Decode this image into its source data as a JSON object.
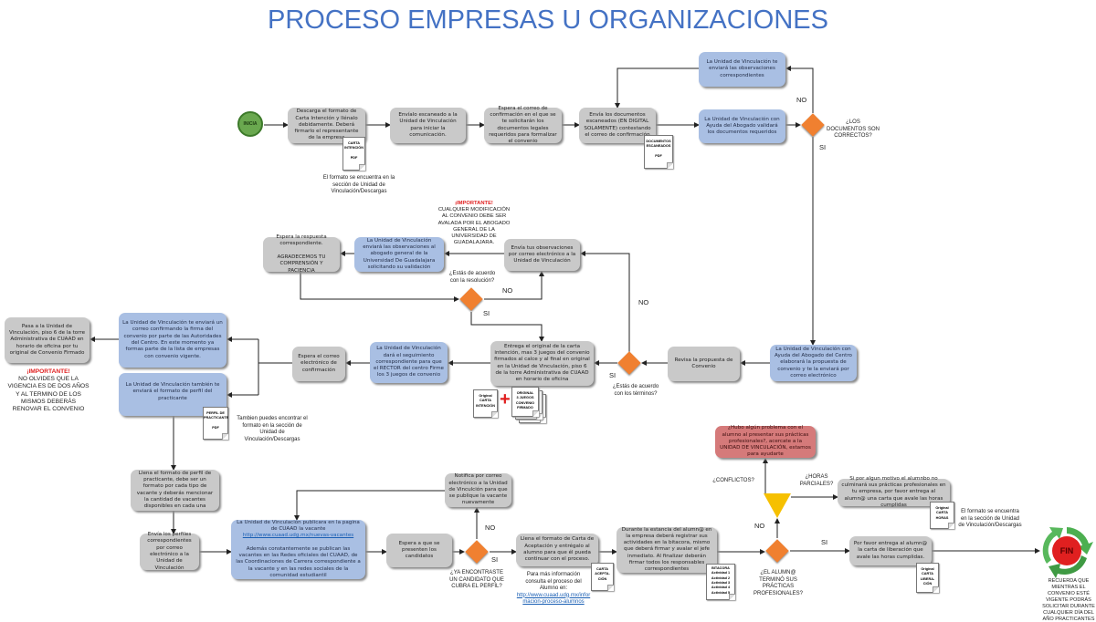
{
  "title": "PROCESO EMPRESAS U ORGANIZACIONES",
  "start_label": "INICIA",
  "end_label": "FIN",
  "colors": {
    "title": "#4472C4",
    "gray_box": "#c9c9c9",
    "blue_box": "#a9bfe3",
    "decision": "#f08030",
    "start": "#6aa84f",
    "end": "#e02020",
    "warning": "#e02020"
  },
  "row1": {
    "descarga": "Descarga el formato de Carta Intención y llénalo debidamente. Deberá firmarlo el representante de la empresa",
    "envialo": "Envíalo escaneado a la Unidad de Vinculación para iniciar la comunicación.",
    "espera": "Espera el correo de confirmación en el que se te solicitarán los documentos legales requeridos para formalizar el convenio",
    "envia_docs": "Envía los documentos escaneados (EN DIGITAL SOLAMENTE) contestando el correo de confirmación",
    "observaciones": "La Unidad de Vinculación te enviará las observaciones correspondientes",
    "valida": "La Unidad de Vinculación con Ayuda del Abogado validará los documentos requeridos",
    "question": "¿LOS DOCUMENTOS SON CORRECTOS?",
    "no": "NO",
    "si": "SI",
    "doc_carta": [
      "CARTA",
      "INTENCIÓN",
      "PDF"
    ],
    "doc_escaneados": [
      "DOCUMENTOS",
      "ESCANEADOS",
      "PDF"
    ],
    "note": "El formato se encuentra en la sección de  Unidad de Vinculación/Descargas"
  },
  "row2": {
    "espera_respuesta": "Espera la respuesta correspondiente.",
    "agradecemos": "AGRADECEMOS TU COMPRENSIÓN Y PACIENCIA",
    "envia_abogado": "La Unidad de Vinculación enviará las observaciones al abogado general de la Universidad De Guadalajara solicitando su validación",
    "important_title": "¡IMPORTANTE!",
    "important_text": "CUALQUIER MODIFICACIÓN AL CONVENIO DEBE SER AVALADA POR EL ABOGADO GENERAL DE LA UNIVERSIDAD DE GUADALAJARA.",
    "envia_obs": "Envía tus observaciones por correo electrónico a la Unidad de Vinculación",
    "question": "¿Estás de acuerdo con la resolución?",
    "no": "NO",
    "si": "SI",
    "no_right": "NO"
  },
  "row3": {
    "pasa": "Pasa a la Unidad de Vinculación, piso 6 de la torre Administrativa de CUAAD en horario de oficina por tu original de Convenio Firmado",
    "important_title": "¡IMPORTANTE!",
    "important_text": "NO OLVIDES QUE LA VIGENCIA ES DE DOS AÑOS Y AL TERMINO DE LOS MISMOS DEBERÁS RENOVAR EL CONVENIO",
    "confirma": "La Unidad de Vinculación te enviará un correo confirmando la firma del convenio por parte de las Autoridades del Centro. En este momento ya formas parte de la lista de empresas con convenio vigente.",
    "perfil": "La Unidad de Vinculación también te enviará el formato de perfil del practicante",
    "doc_perfil": [
      "PERFIL DE",
      "PRACTICANTE",
      "PDF"
    ],
    "perfil_note": "Tambien puedes encontrar el formato en la sección de Unidad de Vinculación/Descargas",
    "espera_correo": "Espera el correo electrónico de confirmación",
    "seguimiento": "La Unidad de Vinculación dará el seguimiento correspondiente para que el RECTOR  del centro Firme los 3 juegos de convenio",
    "entrega": "Entrega el original de la carta intención, mas  3 juegos del convenio firmados al calce y al final en original en la Unidad de Vinculación, piso 6 de la torre Administrativa de CUAAD en horario de oficina",
    "doc_original": [
      "Original",
      "CARTA",
      "INTENCIÓN"
    ],
    "doc_juegos": [
      "ORIGINAL",
      "3 JUEGOS",
      "CONVENIO",
      "FIRMADO"
    ],
    "plus": "+",
    "si": "SI",
    "question": "¿Estás de acuerdo con los términos?",
    "revisa": "Revisa la propuesta de Convenio",
    "elabora": "La Unidad de Vinculación con Ayuda del Abogado del Centro elaborará la propuesta de convenio y te la enviará por correo electrónico"
  },
  "row4": {
    "llena_perfil": "Llena el formato de perfil de practicante, debe ser un formato por cada tipo de vacante y deberás mencionar la cantidad de vacantes disponibles en cada una",
    "envia_perfiles": "Envía los perfiles correspondientes por correo electrónico a la Unidad de Vinculación",
    "publica": "La Unidad de Vinculación  publicara en la pagina de CUAAD la vacante",
    "publica_link": "http://www.cuaad.udg.mx/nuevas-vacantes",
    "publica_extra": "Además constantemente se publican las vacantes en las Redes oficiales del CUAAD, de las Coordinaciones de Carrera correspondiente a la vacante y en las redes sociales de la comunidad estudiantil",
    "espera_candidatos": "Espera a que se presenten  los candidatos",
    "notifica": "Notifica por correo electrónico a la Unidad de Vinculción para que se publique la vacante nuevamente",
    "question_candidato": "¿YA ENCONTRASTE UN CANDIDATO QUE CUBRA EL PERFIL?",
    "no": "NO",
    "si": "SI",
    "aceptacion": "Llena el formato de Carta de Aceptación y entrégalo al alumno para que él pueda continuar con el proceso.",
    "doc_aceptacion": [
      "CARTA",
      "ACEPTA-",
      "CIÓN"
    ],
    "info": "Para más información consulta el proceso del Alumno en:",
    "info_link": "http://www.cuaad.udg.mx/informacion-proceso-alumnos",
    "estancia": "Durante la estancia del alumn@ en la empresa deberá registrar sus actividades en la bitacora, mismo que deberá firmar y avalar el jefe inmediato. Al finalizar deberán firmar todos los responsables correspondientes",
    "doc_bitacora": [
      "BITACORA",
      "Actividad 1",
      "Actividad 2",
      "Actividad 3",
      "Actividad 4",
      "Actividad 5"
    ],
    "question_termino": "¿EL ALUMN@ TERMINÓ SUS PRÁCTICAS PROFESIONALES?",
    "no_termino": "NO",
    "si_termino": "SI",
    "conflictos": "¿CONFLICTOS?",
    "horas_parciales": "¿HORAS PARCIALES?",
    "problema": "¿Hubo algún problema con el alumno al presentar sus prácticas profesionales?, acercate a la UNIDAD DE VINCULACIÓN, estamos para ayudarte",
    "parciales": "Si por algun motivo el alumnbo no culminará sus prácticas profesionales en tu empresa, por favor entrega al alumn@ una carta que avale las horas cumplidas",
    "doc_horas": [
      "Original",
      "CARTA",
      "HORAS"
    ],
    "horas_note": "El formato se encuentra en la sección de  Unidad de Vinculación/Descargas",
    "liberacion": "Por favor entrega al alumn@ la carta de liberación que avale las horas cumplidas.",
    "doc_liberacion": [
      "Original",
      "CARTA",
      "LIBERA-",
      "CIÓN"
    ],
    "recuerda": "RECUERDA QUE MIENTRAS EL CONVENIO ESTÉ VIGENTE PODRÁS SOLICITAR DURANTE CUALQUIER DÍA DEL AÑO PRACTICANTES"
  }
}
